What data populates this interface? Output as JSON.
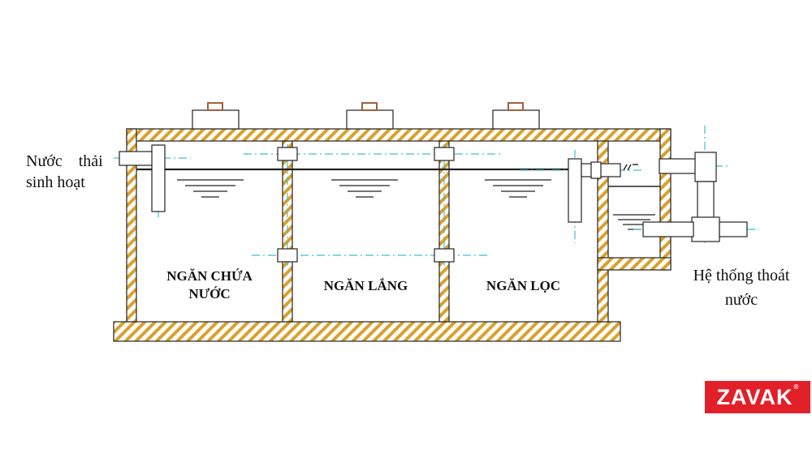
{
  "labels": {
    "inlet": "Nước thải sinh hoạt",
    "inlet_line1": "Nước    thải",
    "inlet_line2": "sinh hoạt",
    "outlet_line1": "Hệ thống thoát",
    "outlet_line2": "nước"
  },
  "chambers": [
    {
      "line1": "NGĂN CHỨA",
      "line2": "NƯỚC"
    },
    {
      "line1": "NGĂN LẮNG",
      "line2": ""
    },
    {
      "line1": "NGĂN LỌC",
      "line2": ""
    }
  ],
  "logo": {
    "text": "ZAVAK",
    "mark": "®"
  },
  "colors": {
    "wall_fill": "#ffffff",
    "wall_hatch": "#d9a12c",
    "wall_border": "#222222",
    "water_line": "#222222",
    "center_line": "#3cc0d0",
    "cap": "#a0603a",
    "logo_bg": "#e2202a"
  }
}
